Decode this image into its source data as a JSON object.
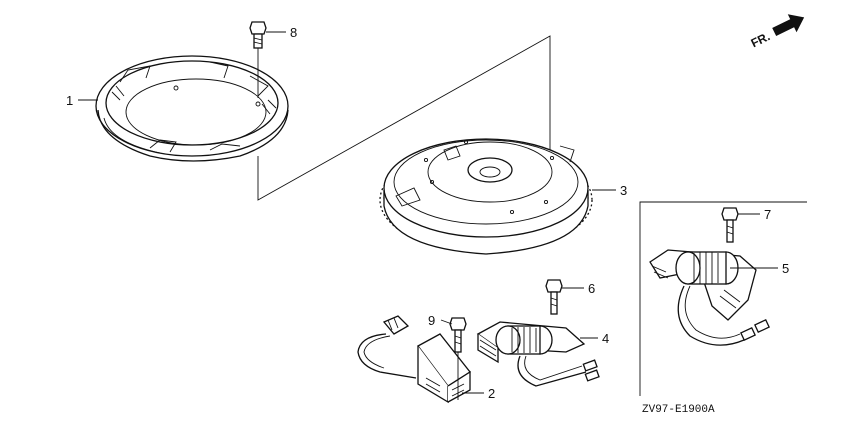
{
  "parts": [
    {
      "number": "1",
      "name": "flywheel-shroud"
    },
    {
      "number": "2",
      "name": "ignition-module"
    },
    {
      "number": "3",
      "name": "flywheel"
    },
    {
      "number": "4",
      "name": "charge-coil"
    },
    {
      "number": "5",
      "name": "charge-coil-alt"
    },
    {
      "number": "6",
      "name": "bolt"
    },
    {
      "number": "7",
      "name": "bolt-alt"
    },
    {
      "number": "8",
      "name": "bolt-shroud"
    },
    {
      "number": "9",
      "name": "bolt-module"
    }
  ],
  "direction_indicator": {
    "label": "FR.",
    "icon": "arrow-forward-icon"
  },
  "diagram_code": "ZV97-E1900A"
}
